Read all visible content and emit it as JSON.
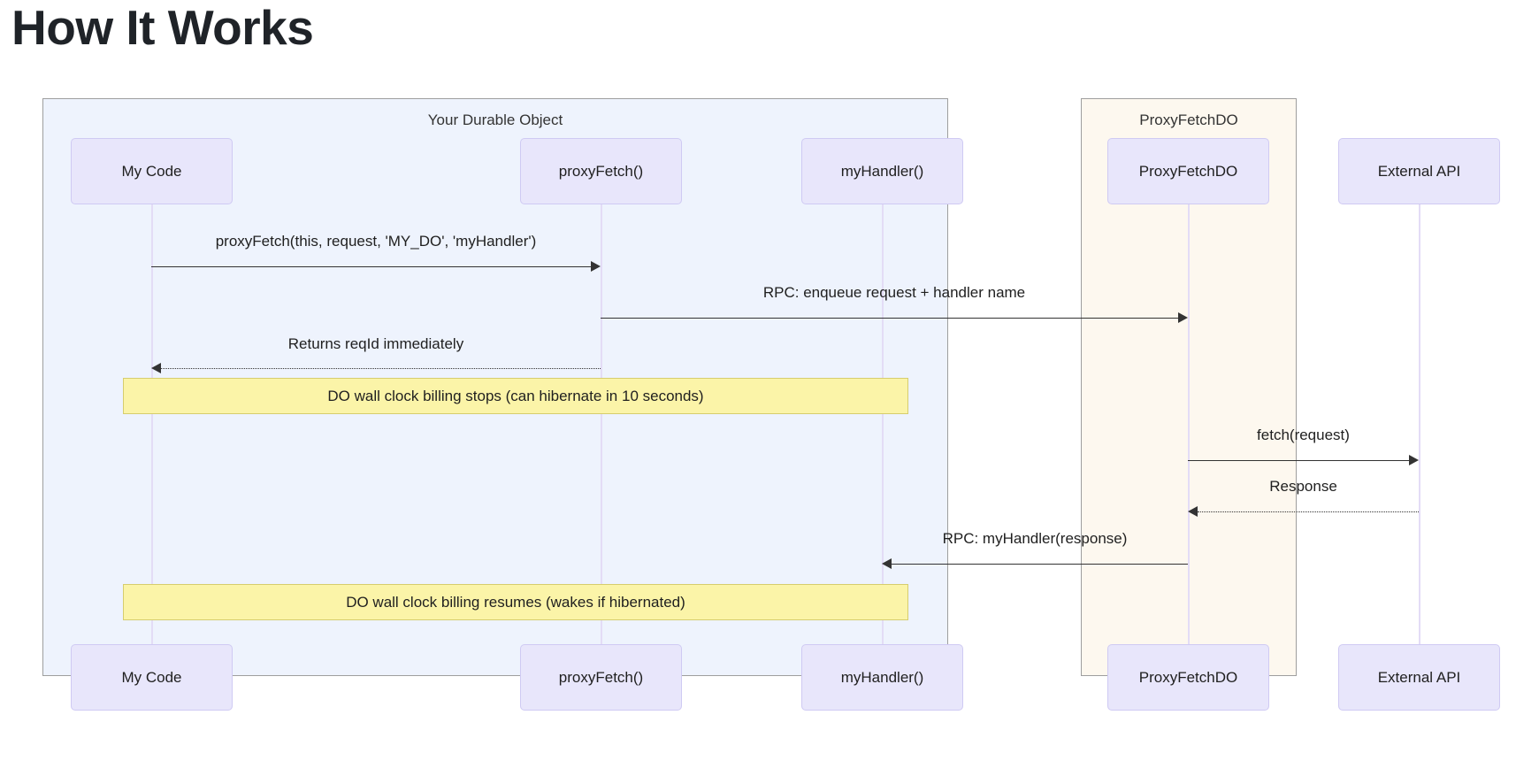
{
  "page": {
    "title": "How It Works"
  },
  "diagram": {
    "type": "sequence",
    "groups": [
      {
        "label": "Your Durable Object",
        "color": "#eef3fd"
      },
      {
        "label": "ProxyFetchDO",
        "color": "#fdf8ef"
      }
    ],
    "participants": [
      {
        "id": "my-code",
        "label": "My Code"
      },
      {
        "id": "proxy-fetch",
        "label": "proxyFetch()"
      },
      {
        "id": "my-handler",
        "label": "myHandler()"
      },
      {
        "id": "proxy-fetch-do",
        "label": "ProxyFetchDO"
      },
      {
        "id": "external-api",
        "label": "External API"
      }
    ],
    "messages": [
      {
        "text": "proxyFetch(this, request, 'MY_DO', 'myHandler')",
        "from": "my-code",
        "to": "proxy-fetch",
        "style": "solid",
        "direction": "right"
      },
      {
        "text": "RPC: enqueue request + handler name",
        "from": "proxy-fetch",
        "to": "proxy-fetch-do",
        "style": "solid",
        "direction": "right"
      },
      {
        "text": "Returns reqId immediately",
        "from": "proxy-fetch",
        "to": "my-code",
        "style": "dotted",
        "direction": "left"
      },
      {
        "text": "fetch(request)",
        "from": "proxy-fetch-do",
        "to": "external-api",
        "style": "solid",
        "direction": "right"
      },
      {
        "text": "Response",
        "from": "external-api",
        "to": "proxy-fetch-do",
        "style": "dotted",
        "direction": "left"
      },
      {
        "text": "RPC: myHandler(response)",
        "from": "proxy-fetch-do",
        "to": "my-handler",
        "style": "solid",
        "direction": "left"
      }
    ],
    "notes": [
      {
        "text": "DO wall clock billing stops (can hibernate in 10 seconds)"
      },
      {
        "text": "DO wall clock billing resumes (wakes if hibernated)"
      }
    ]
  }
}
